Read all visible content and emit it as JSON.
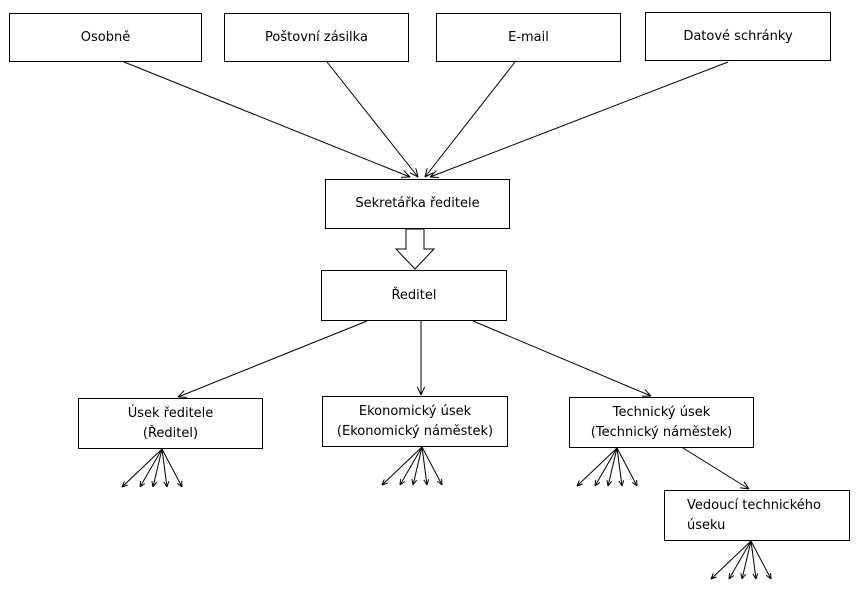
{
  "diagram": {
    "type": "flowchart",
    "line_color": "#000000",
    "box_border_color": "#000000",
    "background_color": "#ffffff",
    "nodes": {
      "osobne": {
        "lines": [
          "Osobně"
        ]
      },
      "postovni": {
        "lines": [
          "Poštovní zásilka"
        ]
      },
      "email": {
        "lines": [
          "E-mail"
        ]
      },
      "datove": {
        "lines": [
          "Datové schránky"
        ]
      },
      "sekretarka": {
        "lines": [
          "Sekretářka ředitele"
        ]
      },
      "reditel": {
        "lines": [
          "Ředitel"
        ]
      },
      "usek_reditele": {
        "lines": [
          "Úsek ředitele",
          "(Ředitel)"
        ]
      },
      "ekonomicky": {
        "lines": [
          "Ekonomický úsek",
          "(Ekonomický náměstek)"
        ]
      },
      "technicky": {
        "lines": [
          "Technický úsek",
          "(Technický náměstek)"
        ]
      },
      "vedouci": {
        "lines": [
          "Vedoucí technického",
          "úseku"
        ]
      }
    },
    "edges": [
      {
        "from": "osobne",
        "to": "sekretarka",
        "style": "arrow"
      },
      {
        "from": "postovni",
        "to": "sekretarka",
        "style": "arrow"
      },
      {
        "from": "email",
        "to": "sekretarka",
        "style": "arrow"
      },
      {
        "from": "datove",
        "to": "sekretarka",
        "style": "arrow"
      },
      {
        "from": "sekretarka",
        "to": "reditel",
        "style": "block-arrow"
      },
      {
        "from": "reditel",
        "to": "usek_reditele",
        "style": "arrow"
      },
      {
        "from": "reditel",
        "to": "ekonomicky",
        "style": "arrow"
      },
      {
        "from": "reditel",
        "to": "technicky",
        "style": "arrow"
      },
      {
        "from": "technicky",
        "to": "vedouci",
        "style": "arrow"
      }
    ],
    "fanouts": [
      {
        "from": "usek_reditele",
        "arrow_count": 5
      },
      {
        "from": "ekonomicky",
        "arrow_count": 5
      },
      {
        "from": "technicky",
        "arrow_count": 5
      },
      {
        "from": "vedouci",
        "arrow_count": 5
      }
    ]
  }
}
